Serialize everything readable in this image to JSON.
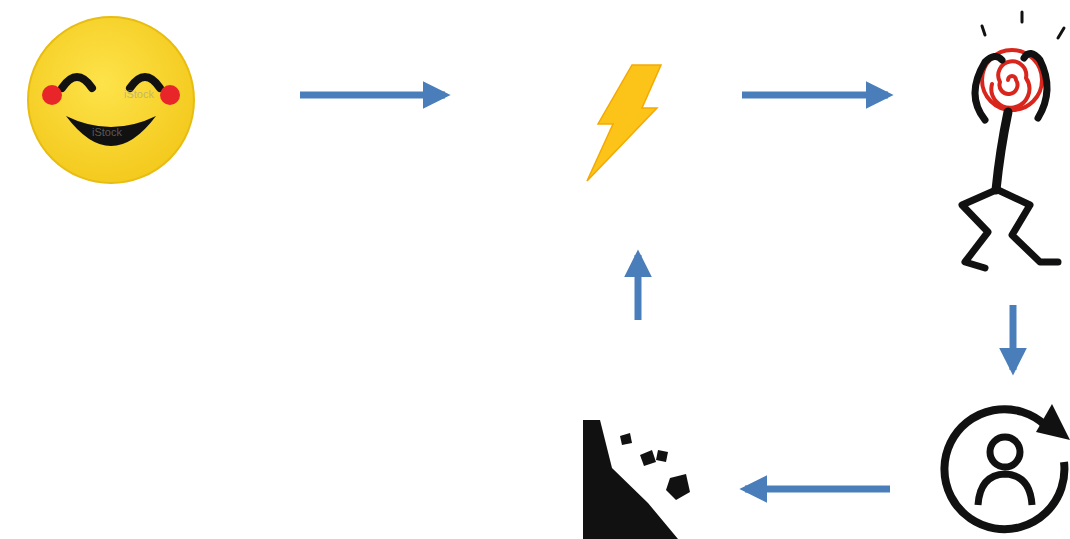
{
  "diagram": {
    "nodes": [
      {
        "text": []
      },
      {
        "text": []
      },
      {
        "text": []
      },
      {
        "text": []
      },
      {
        "text": []
      }
    ],
    "edges": [
      {
        "from": 0,
        "to": 1,
        "arrow": "to"
      },
      {
        "from": 1,
        "to": 2,
        "arrow": "to"
      },
      {
        "from": 2,
        "to": 3,
        "arrow": "to"
      },
      {
        "from": 3,
        "to": 4,
        "arrow": "to"
      },
      {
        "from": 4,
        "to": 1,
        "arrow": "to"
      }
    ],
    "labels": [
      "iStock",
      "iStock"
    ]
  }
}
